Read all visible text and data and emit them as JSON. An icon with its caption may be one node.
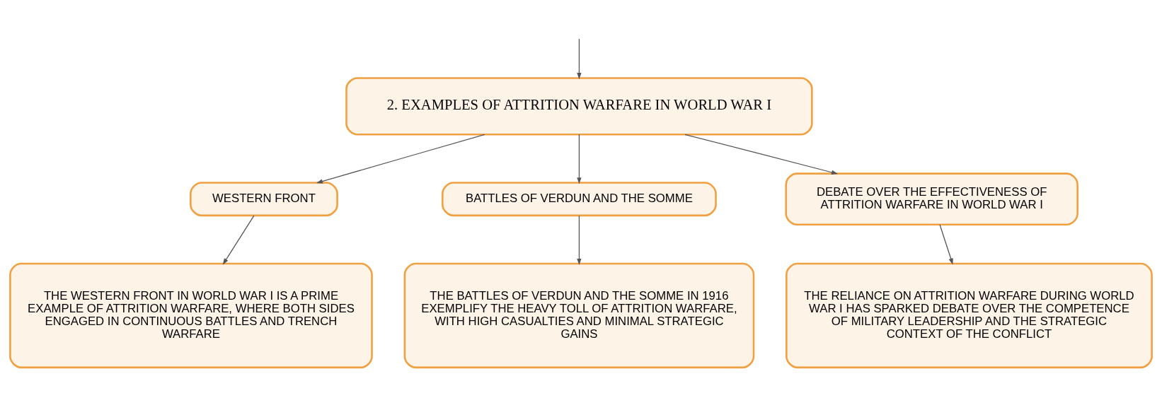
{
  "diagram": {
    "nodes": [
      {
        "text": [
          "2. EXAMPLES OF ATTRITION WARFARE IN WORLD WAR I"
        ]
      },
      {
        "text": [
          "WESTERN FRONT"
        ]
      },
      {
        "text": [
          "BATTLES OF VERDUN AND THE SOMME"
        ]
      },
      {
        "text": [
          "DEBATE OVER THE EFFECTIVENESS OF ATTRITION WARFARE IN WORLD WAR I"
        ]
      },
      {
        "text": [
          "THE WESTERN FRONT IN WORLD WAR I IS A PRIME EXAMPLE OF ATTRITION WARFARE, WHERE BOTH SIDES ENGAGED IN CONTINUOUS BATTLES AND TRENCH WARFARE"
        ]
      },
      {
        "text": [
          "THE BATTLES OF VERDUN AND THE SOMME IN 1916 EXEMPLIFY THE HEAVY TOLL OF ATTRITION WARFARE, WITH HIGH CASUALTIES AND MINIMAL STRATEGIC GAINS"
        ]
      },
      {
        "text": [
          "THE RELIANCE ON ATTRITION WARFARE DURING WORLD WAR I HAS SPARKED DEBATE OVER THE COMPETENCE OF MILITARY LEADERSHIP AND THE STRATEGIC CONTEXT OF THE CONFLICT"
        ]
      }
    ],
    "edges": [
      {
        "from": null,
        "to": 0,
        "arrow": "to"
      },
      {
        "from": 0,
        "to": 1,
        "arrow": "to"
      },
      {
        "from": 0,
        "to": 2,
        "arrow": "to"
      },
      {
        "from": 0,
        "to": 3,
        "arrow": "to"
      },
      {
        "from": 1,
        "to": 4,
        "arrow": "to"
      },
      {
        "from": 2,
        "to": 5,
        "arrow": "to"
      },
      {
        "from": 3,
        "to": 6,
        "arrow": "to"
      }
    ]
  }
}
